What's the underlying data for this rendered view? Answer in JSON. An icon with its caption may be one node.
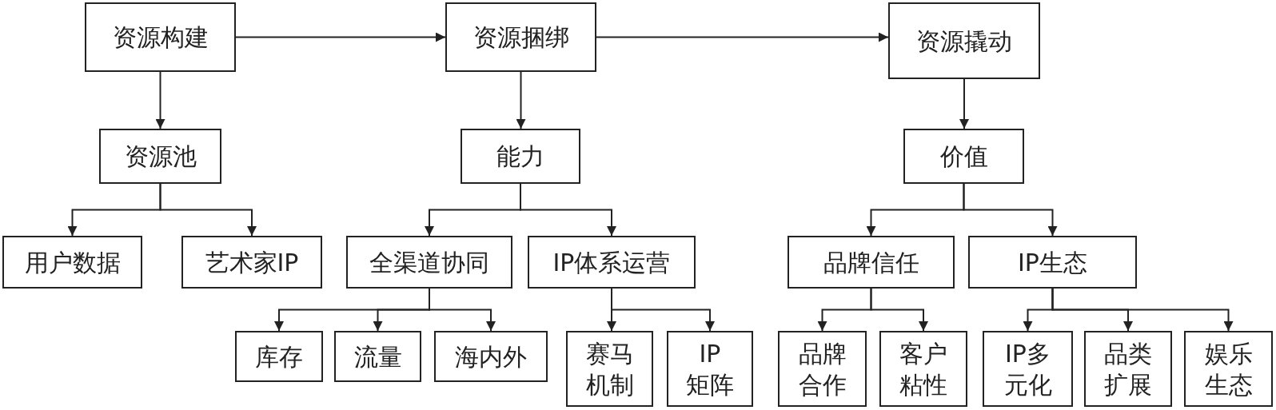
{
  "diagram": {
    "nodes": [
      {
        "text": [
          "资源构建"
        ]
      },
      {
        "text": [
          "资源捆绑"
        ]
      },
      {
        "text": [
          "资源撬动"
        ]
      },
      {
        "text": [
          "资源池"
        ]
      },
      {
        "text": [
          "能力"
        ]
      },
      {
        "text": [
          "价值"
        ]
      },
      {
        "text": [
          "用户数据"
        ]
      },
      {
        "text": [
          "艺术家IP"
        ]
      },
      {
        "text": [
          "全渠道协同"
        ]
      },
      {
        "text": [
          "IP体系运营"
        ]
      },
      {
        "text": [
          "品牌信任"
        ]
      },
      {
        "text": [
          "IP生态"
        ]
      },
      {
        "text": [
          "库存"
        ]
      },
      {
        "text": [
          "流量"
        ]
      },
      {
        "text": [
          "海内外"
        ]
      },
      {
        "text": [
          "赛马机制"
        ]
      },
      {
        "text": [
          "IP矩阵"
        ]
      },
      {
        "text": [
          "品牌合作"
        ]
      },
      {
        "text": [
          "客户粘性"
        ]
      },
      {
        "text": [
          "IP多元化"
        ]
      },
      {
        "text": [
          "品类扩展"
        ]
      },
      {
        "text": [
          "娱乐生态"
        ]
      }
    ],
    "edges": [
      {
        "from": 0,
        "to": 1,
        "arrow": "to"
      },
      {
        "from": 1,
        "to": 2,
        "arrow": "to"
      },
      {
        "from": 0,
        "to": 3,
        "arrow": "to"
      },
      {
        "from": 1,
        "to": 4,
        "arrow": "to"
      },
      {
        "from": 2,
        "to": 5,
        "arrow": "to"
      },
      {
        "from": 3,
        "to": 6,
        "arrow": "to"
      },
      {
        "from": 3,
        "to": 7,
        "arrow": "to"
      },
      {
        "from": 4,
        "to": 8,
        "arrow": "to"
      },
      {
        "from": 4,
        "to": 9,
        "arrow": "to"
      },
      {
        "from": 5,
        "to": 10,
        "arrow": "to"
      },
      {
        "from": 5,
        "to": 11,
        "arrow": "to"
      },
      {
        "from": 8,
        "to": 12,
        "arrow": "to"
      },
      {
        "from": 8,
        "to": 13,
        "arrow": "to"
      },
      {
        "from": 8,
        "to": 14,
        "arrow": "to"
      },
      {
        "from": 9,
        "to": 15,
        "arrow": "to"
      },
      {
        "from": 9,
        "to": 16,
        "arrow": "to"
      },
      {
        "from": 10,
        "to": 17,
        "arrow": "to"
      },
      {
        "from": 10,
        "to": 18,
        "arrow": "to"
      },
      {
        "from": 11,
        "to": 19,
        "arrow": "to"
      },
      {
        "from": 11,
        "to": 20,
        "arrow": "to"
      },
      {
        "from": 11,
        "to": 21,
        "arrow": "to"
      }
    ]
  }
}
